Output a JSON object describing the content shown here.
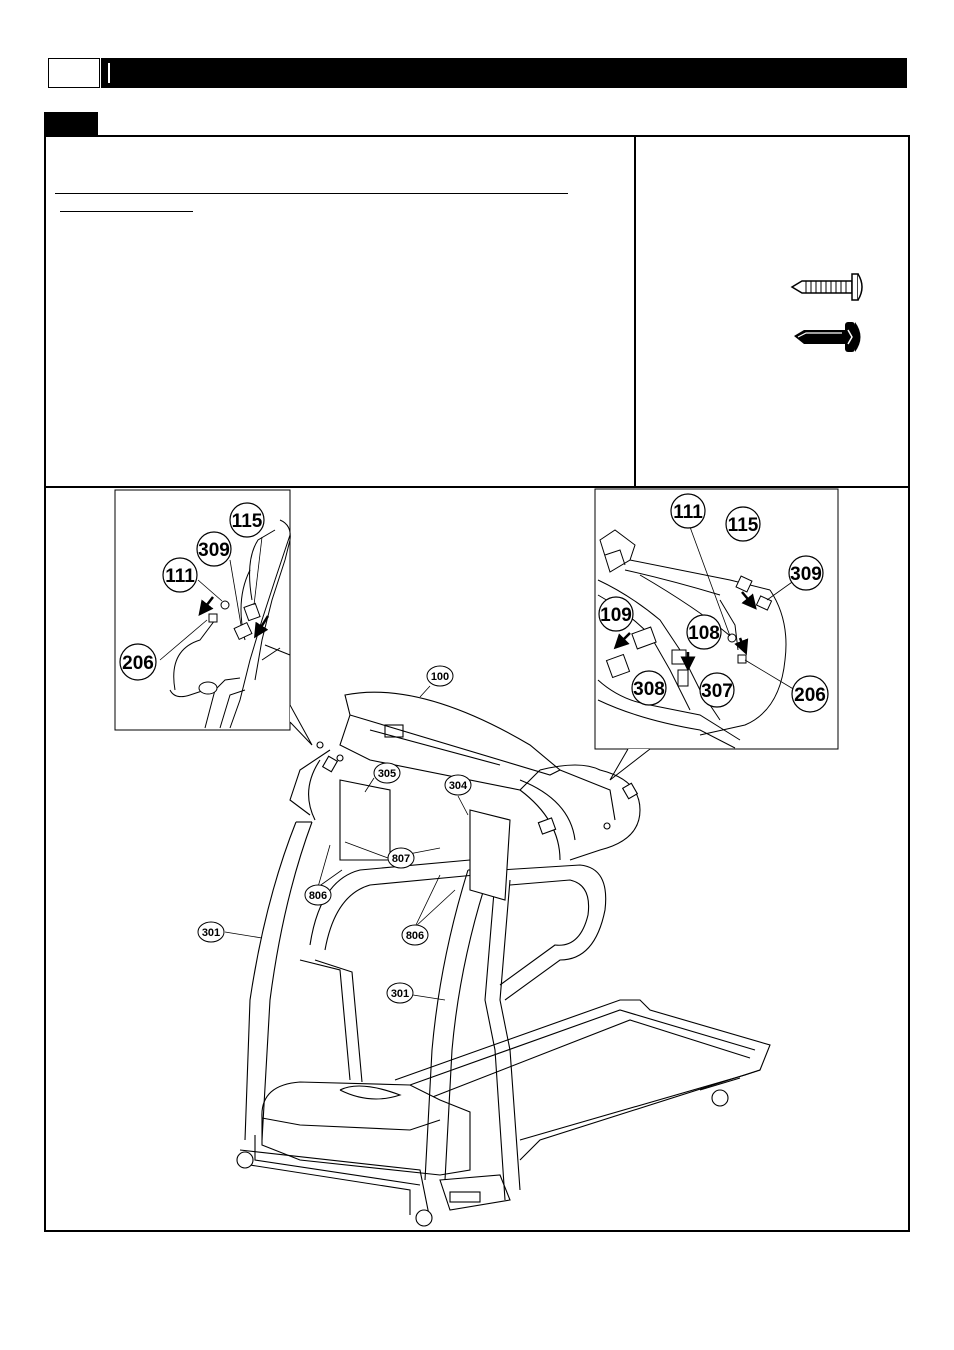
{
  "page": {
    "header_text": "",
    "step_label": "",
    "instruction_text": "",
    "hardware_text": ""
  },
  "hardware_icons": [
    {
      "name": "button-head-bolt-icon"
    },
    {
      "name": "tapping-screw-icon"
    }
  ],
  "detail_left": {
    "callouts": [
      "115",
      "309",
      "111",
      "206"
    ]
  },
  "detail_right": {
    "callouts": [
      "111",
      "115",
      "309",
      "109",
      "108",
      "308",
      "307",
      "206"
    ]
  },
  "main_drawing": {
    "callouts": [
      "100",
      "305",
      "304",
      "807",
      "806",
      "806",
      "301",
      "301"
    ]
  }
}
